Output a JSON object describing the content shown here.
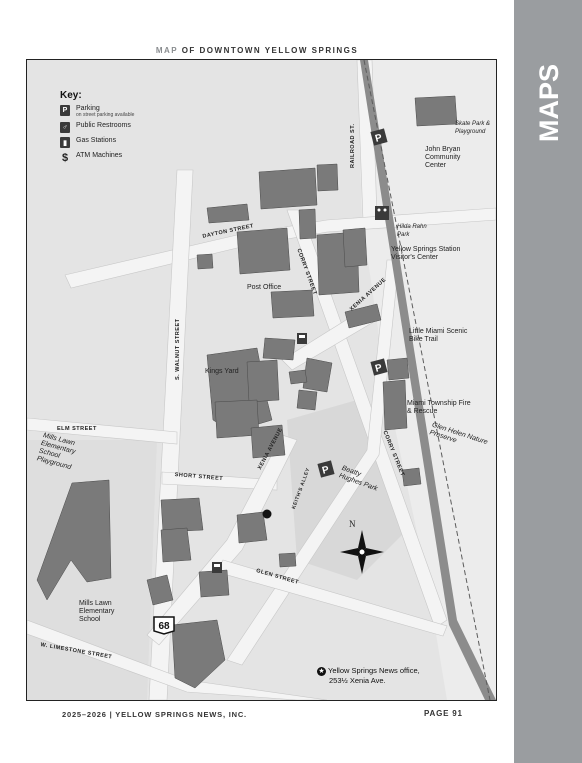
{
  "header": {
    "title_accent": "MAP",
    "title_rest": "OF DOWNTOWN YELLOW SPRINGS"
  },
  "sidebar": {
    "label": "MAPS"
  },
  "key": {
    "title": "Key:",
    "items": [
      {
        "icon": "P",
        "label": "Parking",
        "sub": "on street parking available"
      },
      {
        "icon": "restroom-icon",
        "label": "Public Restrooms"
      },
      {
        "icon": "gas-icon",
        "label": "Gas Stations"
      },
      {
        "icon": "$",
        "label": "ATM Machines"
      }
    ]
  },
  "places": {
    "skate_park": "Skate Park & Playground",
    "john_bryan": "John Bryan Community Center",
    "hilda_rahn": "Hilda Rahn Park",
    "ys_station": "Yellow Springs Station Visitor's Center",
    "post_office": "Post Office",
    "little_miami": "Little Miami Scenic Bike Trail",
    "kings_yard": "Kings Yard",
    "miami_township": "Miami Township Fire & Rescue",
    "glen_helen": "Glen Helen Nature Preserve",
    "mills_lawn_playground": "Mills Lawn Elementary School Playground",
    "beatty_hughes": "Beatty Hughes Park",
    "mills_lawn_school": "Mills Lawn Elementary School"
  },
  "streets": {
    "railroad": "RAILROAD ST.",
    "dayton": "DAYTON STREET",
    "corry_top": "CORRY STREET",
    "xenia_top": "XENIA AVENUE",
    "walnut": "S. WALNUT STREET",
    "elm": "ELM STREET",
    "short": "SHORT STREET",
    "xenia_mid": "XENIA AVENUE",
    "keiths_alley": "KEITH'S ALLEY",
    "corry_bottom": "CORRY STREET",
    "glen": "GLEN STREET",
    "limestone": "W. LIMESTONE STREET"
  },
  "route_number": "68",
  "compass_label": "N",
  "office_note": {
    "line1": "Yellow Springs News office,",
    "line2": "253½ Xenia Ave."
  },
  "footer": {
    "left": "2025–2026  |  YELLOW SPRINGS NEWS, INC.",
    "right": "PAGE 91"
  }
}
